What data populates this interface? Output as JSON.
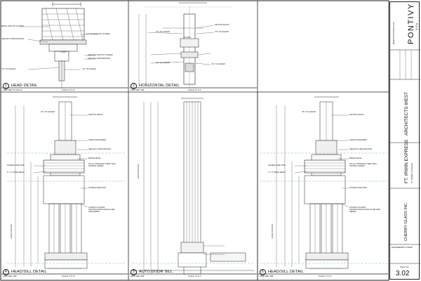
{
  "details": [
    {
      "num": "1",
      "title": "HEAD DETAIL",
      "scale": "SCALE: 6\"=1'-0\"",
      "ref": "ARCH REF: A5.1/A5.11"
    },
    {
      "num": "2",
      "title": "HORIZONTAL DETAIL",
      "scale": "SCALE: 6\"=1'-0\"",
      "ref": "ARCH REF: AB6"
    },
    {
      "num": "4",
      "title": "HEAD/SILL DETAIL",
      "scale": "SCALE: 3\"=1'-0\"",
      "ref": "ARCH REF: AB8"
    },
    {
      "num": "5",
      "title": "AUTO DOOR SILL",
      "scale": "SCALE: 3\"=1'-0\"",
      "ref": "ARCH REF: AB6"
    },
    {
      "num": "6",
      "title": "HEAD/SILL DETAIL",
      "scale": "SCALE: 3\"=1'-0\"",
      "ref": "ARCH REF: AB8"
    }
  ],
  "notes": {
    "head": [
      "METAL STUD BY OTHERS",
      "1/2\" PLYWOOD BY OTHERS",
      "SEALANT & BACKER ROD",
      "T-CLIP",
      "SEALANT JOINT BY OTHERS",
      "SEALANT & BACKER ROD",
      "VTL TO GASKET",
      "VTL TO GASKET"
    ],
    "horiz": [
      "VTL TO GASKET",
      "SETTING BLOCK",
      "VTL TO GASKET",
      "TL-1522",
      "VTL TO GASKET",
      "VTL TO GASKET"
    ],
    "headsill": [
      "SETTING BLOCK",
      "VTL TO GASKET",
      "SHIM AS REQUIRED",
      "SEALANT & BACKER ROD",
      "BRAKE METAL",
      "#12-14 STAINLESS STEEL SELF-TAPPING SCREW",
      "DOUBLE SIDE TAPE",
      "4\" x 4\" STEEL BEAM",
      "DOUBLE SIDE TAPE",
      "STARLIFT ACCESS TECHNOLOGIES DURA-GLIDE 3000 SERIES"
    ],
    "clear_opening": "CLEAR OPENING"
  },
  "titleblock": {
    "company": "PONTIVY",
    "company_sub": "USA",
    "company_addr": "WWW.PONTIVYUSA.COM",
    "architect": "ARCHITECTS WEST",
    "project": "FT. IRWIN EXPRESS",
    "project_loc": "FT. IRWIN, CA 92310",
    "contractor": "CHERRY GLASS INC.",
    "stamp": "ENGINEERING STAMP",
    "sheet_label": "Sheet No.",
    "sheet_no": "3.02"
  },
  "colors": {
    "line": "#222222",
    "cyan": "#3aa8d6",
    "light": "#9a9a9a"
  }
}
